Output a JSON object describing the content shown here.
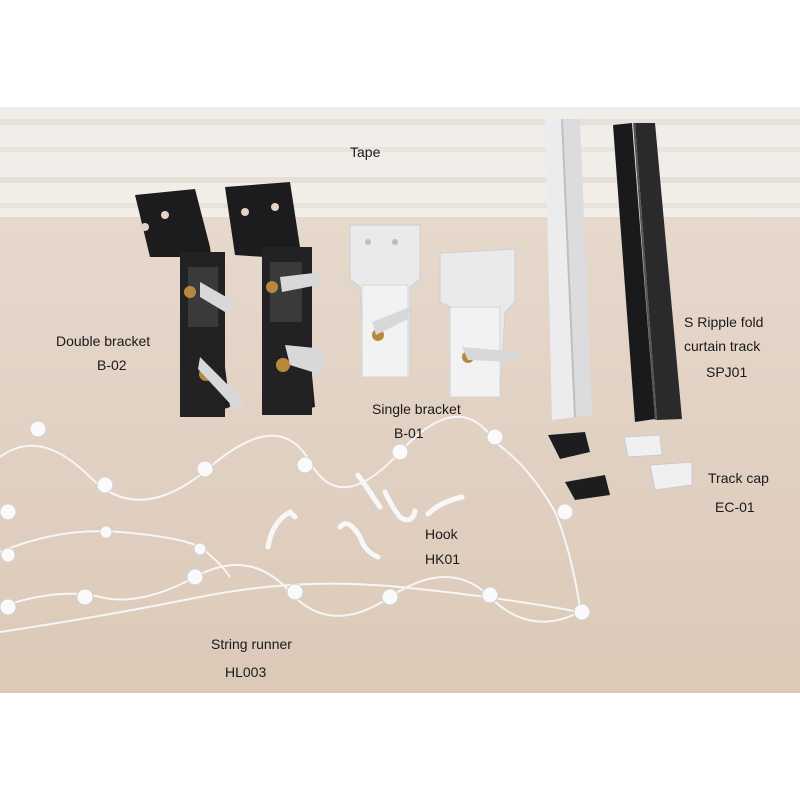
{
  "labels": {
    "tape": "Tape",
    "double_bracket": {
      "name": "Double bracket",
      "code": "B-02"
    },
    "single_bracket": {
      "name": "Single bracket",
      "code": "B-01"
    },
    "track": {
      "name_line1": "S Ripple fold",
      "name_line2": "curtain track",
      "code": "SPJ01"
    },
    "track_cap": {
      "name": "Track cap",
      "code": "EC-01"
    },
    "hook": {
      "name": "Hook",
      "code": "HK01"
    },
    "string_runner": {
      "name": "String runner",
      "code": "HL003"
    }
  },
  "colors": {
    "background": "#e2d3c6",
    "tape": "#f2eeea",
    "black_metal": "#1c1c1e",
    "white_metal": "#e9e9ea",
    "brass": "#b8893a",
    "cord": "#f4f4f4"
  }
}
